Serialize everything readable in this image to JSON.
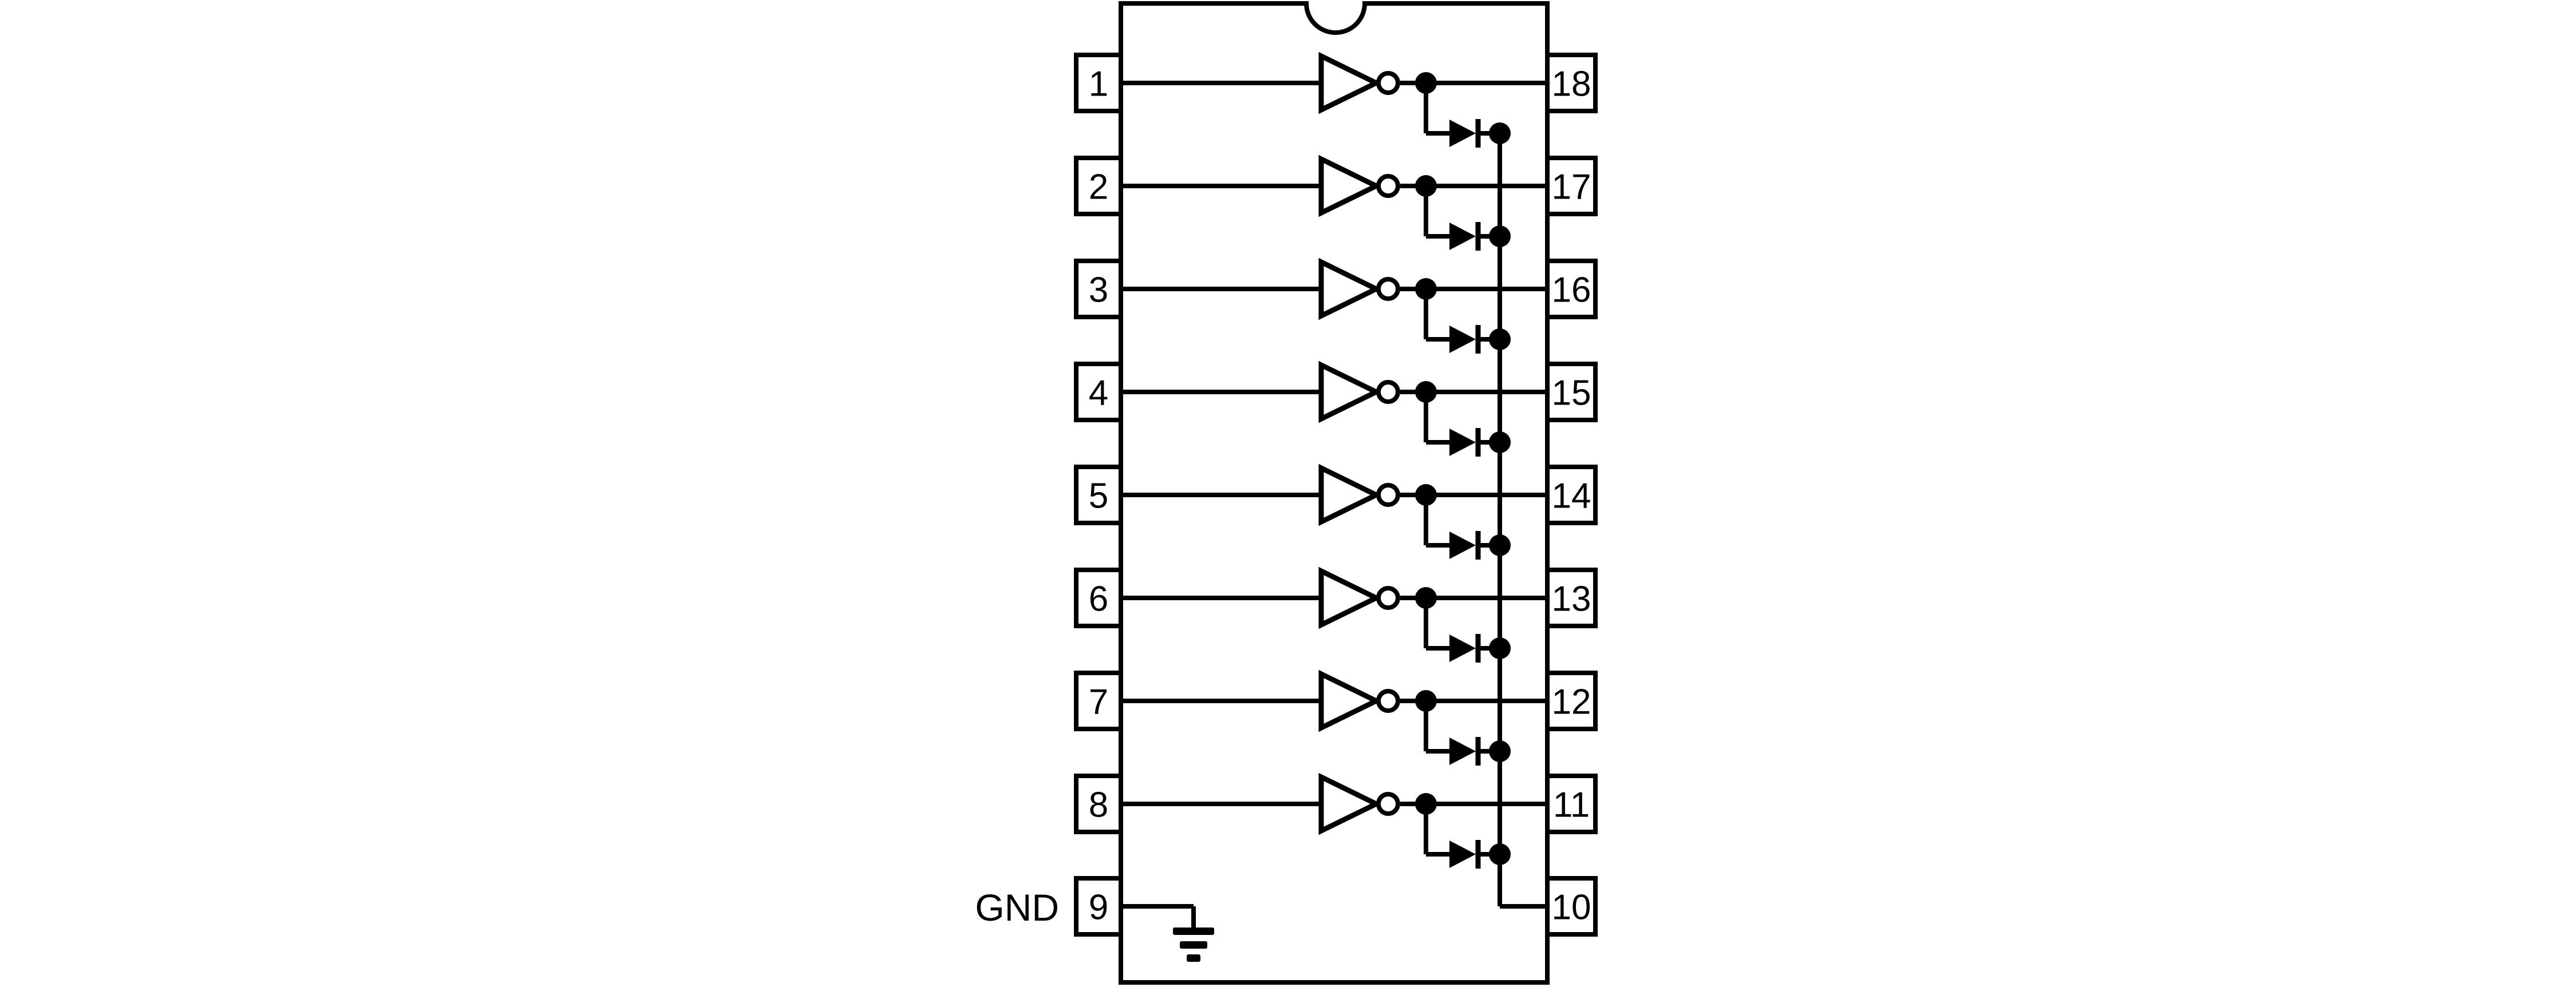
{
  "diagram": {
    "background_color": "#ffffff",
    "line_color": "#000000",
    "ground_label": "GND",
    "left_pins": [
      "1",
      "2",
      "3",
      "4",
      "5",
      "6",
      "7",
      "8"
    ],
    "right_pins": [
      "18",
      "17",
      "16",
      "15",
      "14",
      "13",
      "12",
      "11"
    ],
    "ground_pin": "9",
    "common_pin": "10",
    "channels": [
      {
        "input_pin": "1",
        "output_pin": "18",
        "gate": "inverter",
        "diode_to_common_rail": true
      },
      {
        "input_pin": "2",
        "output_pin": "17",
        "gate": "inverter",
        "diode_to_common_rail": true
      },
      {
        "input_pin": "3",
        "output_pin": "16",
        "gate": "inverter",
        "diode_to_common_rail": true
      },
      {
        "input_pin": "4",
        "output_pin": "15",
        "gate": "inverter",
        "diode_to_common_rail": true
      },
      {
        "input_pin": "5",
        "output_pin": "14",
        "gate": "inverter",
        "diode_to_common_rail": true
      },
      {
        "input_pin": "6",
        "output_pin": "13",
        "gate": "inverter",
        "diode_to_common_rail": true
      },
      {
        "input_pin": "7",
        "output_pin": "12",
        "gate": "inverter",
        "diode_to_common_rail": true
      },
      {
        "input_pin": "8",
        "output_pin": "11",
        "gate": "inverter",
        "diode_to_common_rail": true
      }
    ]
  }
}
